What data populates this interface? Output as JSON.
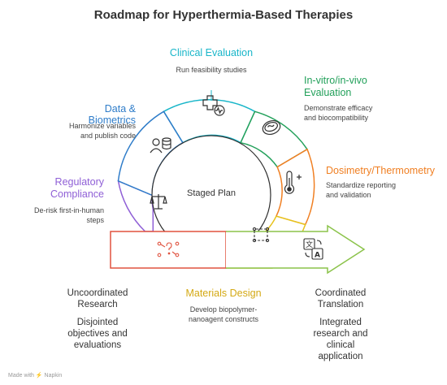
{
  "title": "Roadmap for Hyperthermia-Based Therapies",
  "center_label": "Staged Plan",
  "colors": {
    "clinical": "#19b6c9",
    "invitro": "#22a05a",
    "dosimetry": "#f07f22",
    "materials": "#e7c21c",
    "regulatory": "#8f5fd6",
    "data": "#2e7cc9",
    "uncoordinated": "#e0523f",
    "coordinated": "#8bc34a"
  },
  "stages": {
    "clinical": {
      "title": "Clinical Evaluation",
      "desc": "Run feasibility studies"
    },
    "invitro": {
      "title_line1": "In-vitro/in-vivo",
      "title_line2": "Evaluation",
      "desc_line1": "Demonstrate efficacy",
      "desc_line2": "and biocompatibility"
    },
    "dosimetry": {
      "title": "Dosimetry/Thermometry",
      "desc_line1": "Standardize reporting",
      "desc_line2": "and validation"
    },
    "materials": {
      "title": "Materials Design",
      "desc_line1": "Develop biopolymer-",
      "desc_line2": "nanoagent constructs"
    },
    "regulatory": {
      "title_line1": "Regulatory",
      "title_line2": "Compliance",
      "desc_line1": "De-risk first-in-human",
      "desc_line2": "steps"
    },
    "data": {
      "title": "Data & Biometrics",
      "desc_line1": "Harmonize variables",
      "desc_line2": "and publish code"
    }
  },
  "uncoordinated": {
    "title_line1": "Uncoordinated",
    "title_line2": "Research",
    "desc_line1": "Disjointed",
    "desc_line2": "objectives and",
    "desc_line3": "evaluations"
  },
  "coordinated": {
    "title_line1": "Coordinated",
    "title_line2": "Translation",
    "desc_line1": "Integrated",
    "desc_line2": "research and",
    "desc_line3": "clinical",
    "desc_line4": "application"
  },
  "footer": "Made with ⚡ Napkin"
}
